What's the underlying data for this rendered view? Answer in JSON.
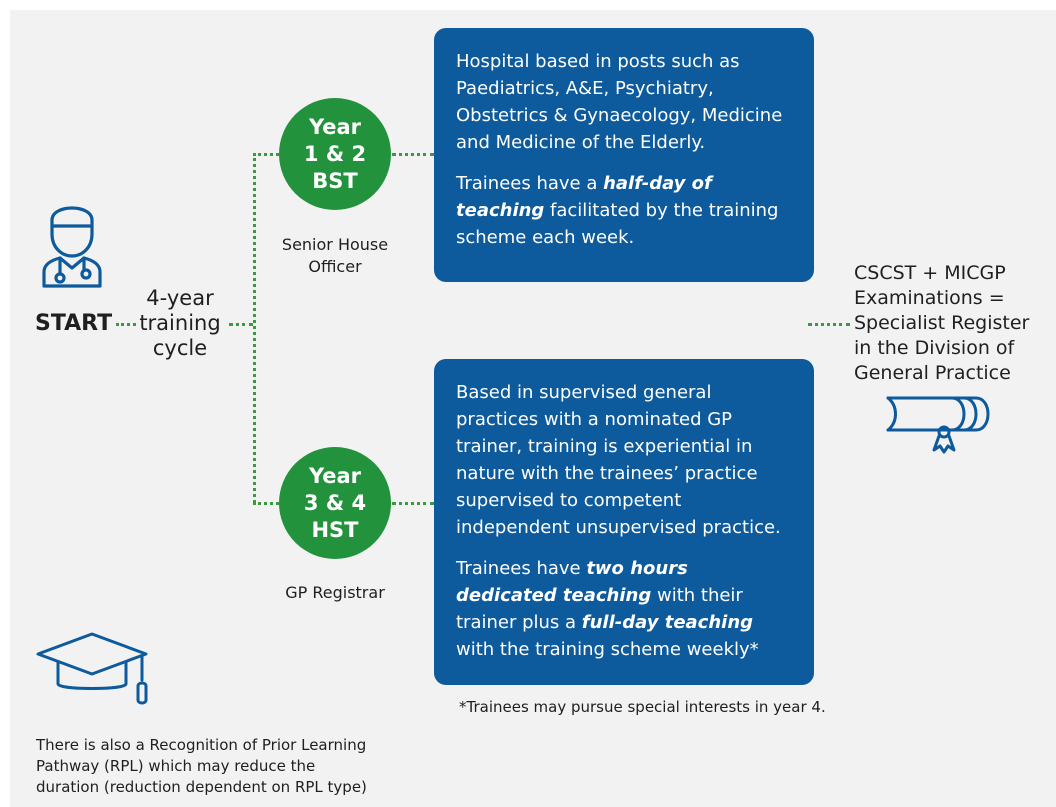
{
  "start": {
    "label": "START",
    "icon": "doctor-icon"
  },
  "cycle": {
    "lines": [
      "4-year",
      "training",
      "cycle"
    ]
  },
  "stages": [
    {
      "year_line1": "Year",
      "year_line2": "1 & 2",
      "year_line3": "BST",
      "role_line1": "Senior House",
      "role_line2": "Officer",
      "paragraph1": "Hospital based in posts such as Paediatrics, A&E, Psychiatry, Obstetrics & Gynaecology, Medicine and Medicine of the Elderly.",
      "p2_before": "Trainees have a ",
      "p2_emph1": "half-day of teaching",
      "p2_after": " facilitated by the training scheme each week."
    },
    {
      "year_line1": "Year",
      "year_line2": "3 & 4",
      "year_line3": "HST",
      "role_line1": "GP Registrar",
      "paragraph1": "Based in supervised general practices with a nominated GP trainer, training is experiential in nature with the trainees’ practice supervised to competent independent unsupervised practice.",
      "p2_before": "Trainees have ",
      "p2_emph1": "two hours dedicated teaching",
      "p2_mid": " with their trainer plus a ",
      "p2_emph2": "full-day teaching",
      "p2_after": " with the training scheme weekly*"
    }
  ],
  "footnote": "*Trainees may pursue special interests in year 4.",
  "outcome": {
    "lines": [
      "CSCST + MICGP",
      "Examinations =",
      "Specialist Register",
      "in the Division of",
      "General Practice"
    ],
    "icon": "diploma-scroll-icon"
  },
  "rpl": {
    "icon": "graduation-cap-icon",
    "lines": [
      "There is also a Recognition of Prior Learning",
      "Pathway (RPL) which may reduce the",
      "duration (reduction dependent on RPL type)"
    ]
  }
}
